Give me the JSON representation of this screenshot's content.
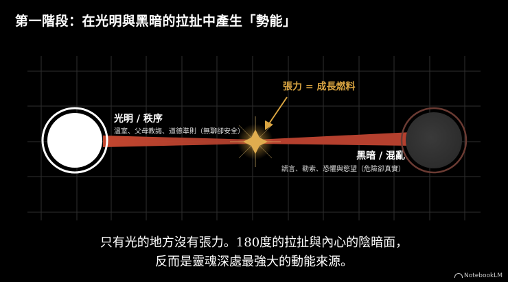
{
  "title": "第一階段：在光明與黑暗的拉扯中產生「勢能」",
  "light": {
    "label": "光明 / 秩序",
    "detail": "溫室、父母教誨、道德準則（無聊卻安全）"
  },
  "dark": {
    "label": "黑暗 / 混亂",
    "detail": "謊言、勒索、恐懼與慾望（危險卻真實）"
  },
  "tension": {
    "label": "張力 = 成長燃料"
  },
  "caption": {
    "line1": "只有光的地方沒有張力。180度的拉扯與內心的陰暗面，",
    "line2": "反而是靈魂深處最強大的動能來源。"
  },
  "brand": "NotebookLM",
  "colors": {
    "accent": "#d9a441",
    "rope": "#b5402e",
    "background": "#000000"
  }
}
